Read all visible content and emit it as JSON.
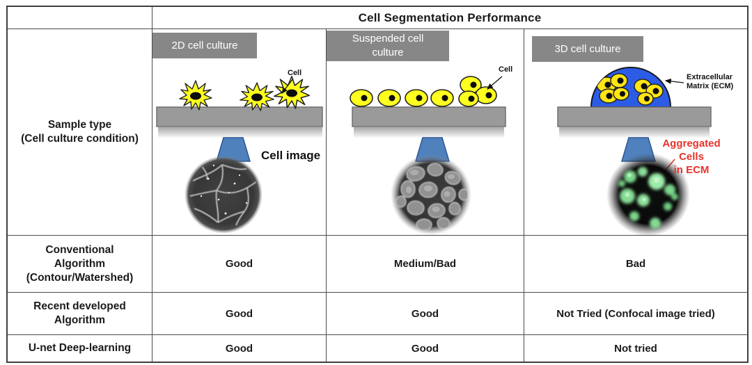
{
  "title": "Cell Segmentation Performance",
  "sample_section": {
    "row_label": "Sample type\n(Cell culture condition)",
    "cultures": [
      {
        "condition": "2D cell culture",
        "cell_annotation": "Cell",
        "image_annotation": "Cell image"
      },
      {
        "condition": "Suspended cell\nculture",
        "cell_annotation": "Cell"
      },
      {
        "condition": "3D cell culture",
        "ecm_annotation": "Extracellular\nMatrix (ECM)",
        "aggregated_annotation": "Aggregated\nCells\nin ECM"
      }
    ]
  },
  "algorithm_rows": [
    {
      "label": "Conventional\nAlgorithm\n(Contour/Watershed)",
      "values": [
        "Good",
        "Medium/Bad",
        "Bad"
      ]
    },
    {
      "label": "Recent developed\nAlgorithm",
      "values": [
        "Good",
        "Good",
        "Not Tried (Confocal image tried)"
      ]
    },
    {
      "label": "U-net Deep-learning",
      "values": [
        "Good",
        "Good",
        "Not tried"
      ]
    }
  ],
  "colors": {
    "condition_box_gray": "#878787",
    "substrate_gray": "#9a9a9a",
    "cell_yellow": "#ffff1f",
    "ecm_dome_blue": "#2c5ce6",
    "objective_lens_blue": "#4f81bd",
    "annotation_red": "#e8322b",
    "border_gray": "#4a4a4a"
  }
}
